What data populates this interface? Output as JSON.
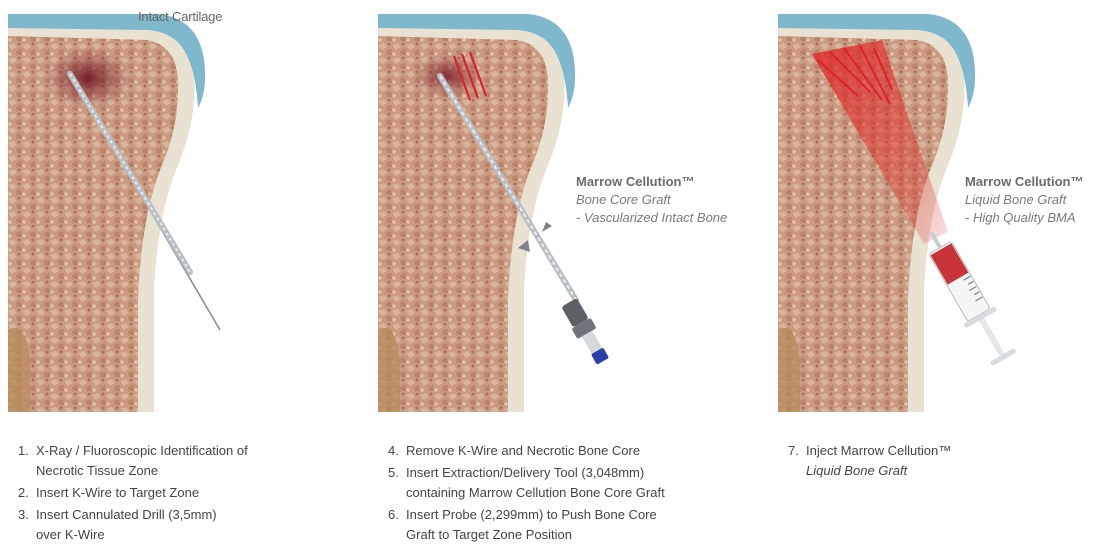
{
  "panel1": {
    "top_label": "Intact Cartilage"
  },
  "panel2": {
    "callout_title": "Marrow Cellution™",
    "callout_line1": "Bone Core Graft",
    "callout_line2": "- Vascularized Intact Bone"
  },
  "panel3": {
    "callout_title": "Marrow Cellution™",
    "callout_line1": "Liquid Bone Graft",
    "callout_line2": "- High Quality BMA"
  },
  "steps_col1": [
    {
      "num": "1.",
      "line1": "X-Ray / Fluoroscopic Identification of",
      "line2": "Necrotic Tissue Zone"
    },
    {
      "num": "2.",
      "line1": "Insert K-Wire to Target Zone",
      "line2": ""
    },
    {
      "num": "3.",
      "line1": "Insert Cannulated Drill (3,5mm)",
      "line2": "over K-Wire"
    }
  ],
  "steps_col2": [
    {
      "num": "4.",
      "line1": "Remove K-Wire and Necrotic Bone Core",
      "line2": ""
    },
    {
      "num": "5.",
      "line1": "Insert Extraction/Delivery Tool (3,048mm)",
      "line2": "containing Marrow Cellution Bone Core Graft"
    },
    {
      "num": "6.",
      "line1": "Insert Probe (2,299mm) to Push Bone Core",
      "line2": "Graft to Target Zone Position"
    }
  ],
  "steps_col3": [
    {
      "num": "7.",
      "line1": "Inject Marrow Cellution™",
      "line2": "Liquid Bone Graft"
    }
  ],
  "colors": {
    "cartilage": "#7fb8cc",
    "cortex": "#e9e2d2",
    "marrow": "#c99a80",
    "necrotic": "#8a2330",
    "graft_red": "#d9232e",
    "tool_blue": "#2a3fa8"
  }
}
